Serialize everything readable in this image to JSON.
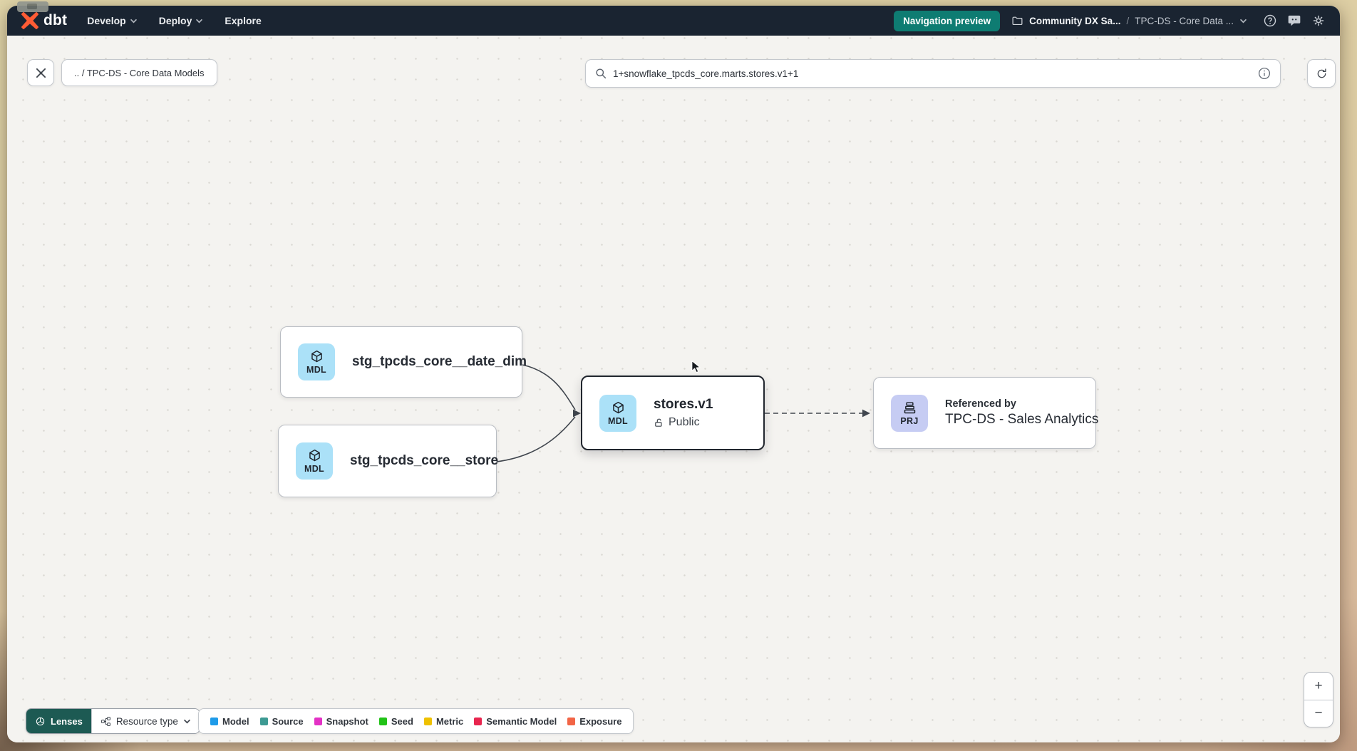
{
  "topnav": {
    "logo": "dbt",
    "menu": [
      {
        "label": "Develop"
      },
      {
        "label": "Deploy"
      },
      {
        "label": "Explore"
      }
    ],
    "preview_badge": "Navigation preview",
    "breadcrumb_project": "Community DX Sa...",
    "breadcrumb_sep": "/",
    "breadcrumb_page": "TPC-DS - Core Data ..."
  },
  "toolbar": {
    "path_chip": ".. / TPC-DS - Core Data Models",
    "search_value": "1+snowflake_tpcds_core.marts.stores.v1+1"
  },
  "graph": {
    "nodes": {
      "date_dim": {
        "badge": "MDL",
        "label": "stg_tpcds_core__date_dim"
      },
      "store": {
        "badge": "MDL",
        "label": "stg_tpcds_core__store"
      },
      "stores_v1": {
        "badge": "MDL",
        "label": "stores.v1",
        "access": "Public"
      },
      "sales_analytics": {
        "badge": "PRJ",
        "kicker": "Referenced by",
        "label": "TPC-DS - Sales Analytics"
      }
    }
  },
  "footer": {
    "lenses_label": "Lenses",
    "resource_type_label": "Resource type",
    "legend": [
      {
        "label": "Model",
        "color": "#1e9be9"
      },
      {
        "label": "Source",
        "color": "#3d9a93"
      },
      {
        "label": "Snapshot",
        "color": "#e331c5"
      },
      {
        "label": "Seed",
        "color": "#21c217"
      },
      {
        "label": "Metric",
        "color": "#efc100"
      },
      {
        "label": "Semantic Model",
        "color": "#e8254e"
      },
      {
        "label": "Exposure",
        "color": "#f26546"
      }
    ]
  },
  "zoom_controls": {
    "zoom_in": "+",
    "zoom_out": "−"
  },
  "colors": {
    "nav_background": "#1a2431",
    "accent_teal": "#0e7c72",
    "lenses_teal": "#1d5a53",
    "dbt_orange": "#ff5c35",
    "model_badge_bg": "#abe1f8",
    "project_badge_bg": "#c6ccf3",
    "selected_node_border": "#21262e"
  }
}
